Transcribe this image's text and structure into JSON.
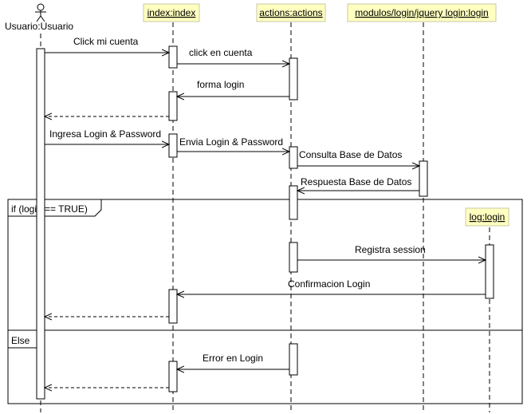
{
  "actor": {
    "label": "Usuario:Usuario"
  },
  "lifelines": {
    "index": "index:index",
    "actions": "actions:actions",
    "jquery": "modulos/login/jquery  login:login",
    "log": "log:login"
  },
  "messages": [
    "Click mi cuenta",
    "click en cuenta",
    "forma login",
    "Ingresa Login & Password",
    "Envia Login & Password",
    "Consulta Base de Datos",
    "Respuesta Base de Datos",
    "Registra session",
    "Confirmacion Login",
    "Error en Login"
  ],
  "fragment": {
    "condition": "if (login == TRUE)",
    "else_label": "Else"
  },
  "colors": {
    "header_fill": "#FFFFC0",
    "line": "#000000"
  }
}
